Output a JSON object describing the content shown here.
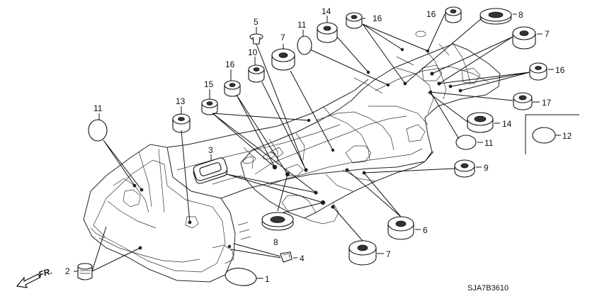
{
  "diagram": {
    "part_code": "SJA7B3610",
    "direction_label": "FR.",
    "callouts": [
      "1",
      "2",
      "3",
      "4",
      "5",
      "6",
      "7",
      "7",
      "7",
      "8",
      "8",
      "9",
      "10",
      "11",
      "11",
      "11",
      "12",
      "13",
      "14",
      "14",
      "15",
      "16",
      "16",
      "16",
      "16",
      "17"
    ]
  }
}
